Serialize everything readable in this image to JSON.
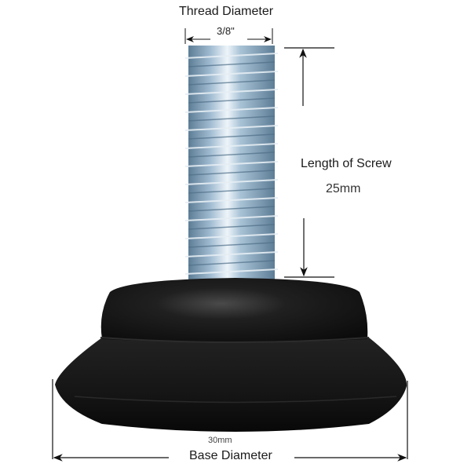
{
  "diagram": {
    "subject": "Threaded leveling foot with black rubber base",
    "thread": {
      "label": "Thread Diameter",
      "value": "3/8\""
    },
    "screw_length": {
      "label": "Length of Screw",
      "value": "25mm"
    },
    "base": {
      "label": "Base Diameter",
      "value": "30mm"
    },
    "colors": {
      "screw": "#a9c3d6",
      "screw_highlight": "#eef5fa",
      "screw_shadow": "#5d7d96",
      "base": "#161616",
      "base_highlight": "#3a3a3a",
      "lines": "#111111"
    }
  }
}
